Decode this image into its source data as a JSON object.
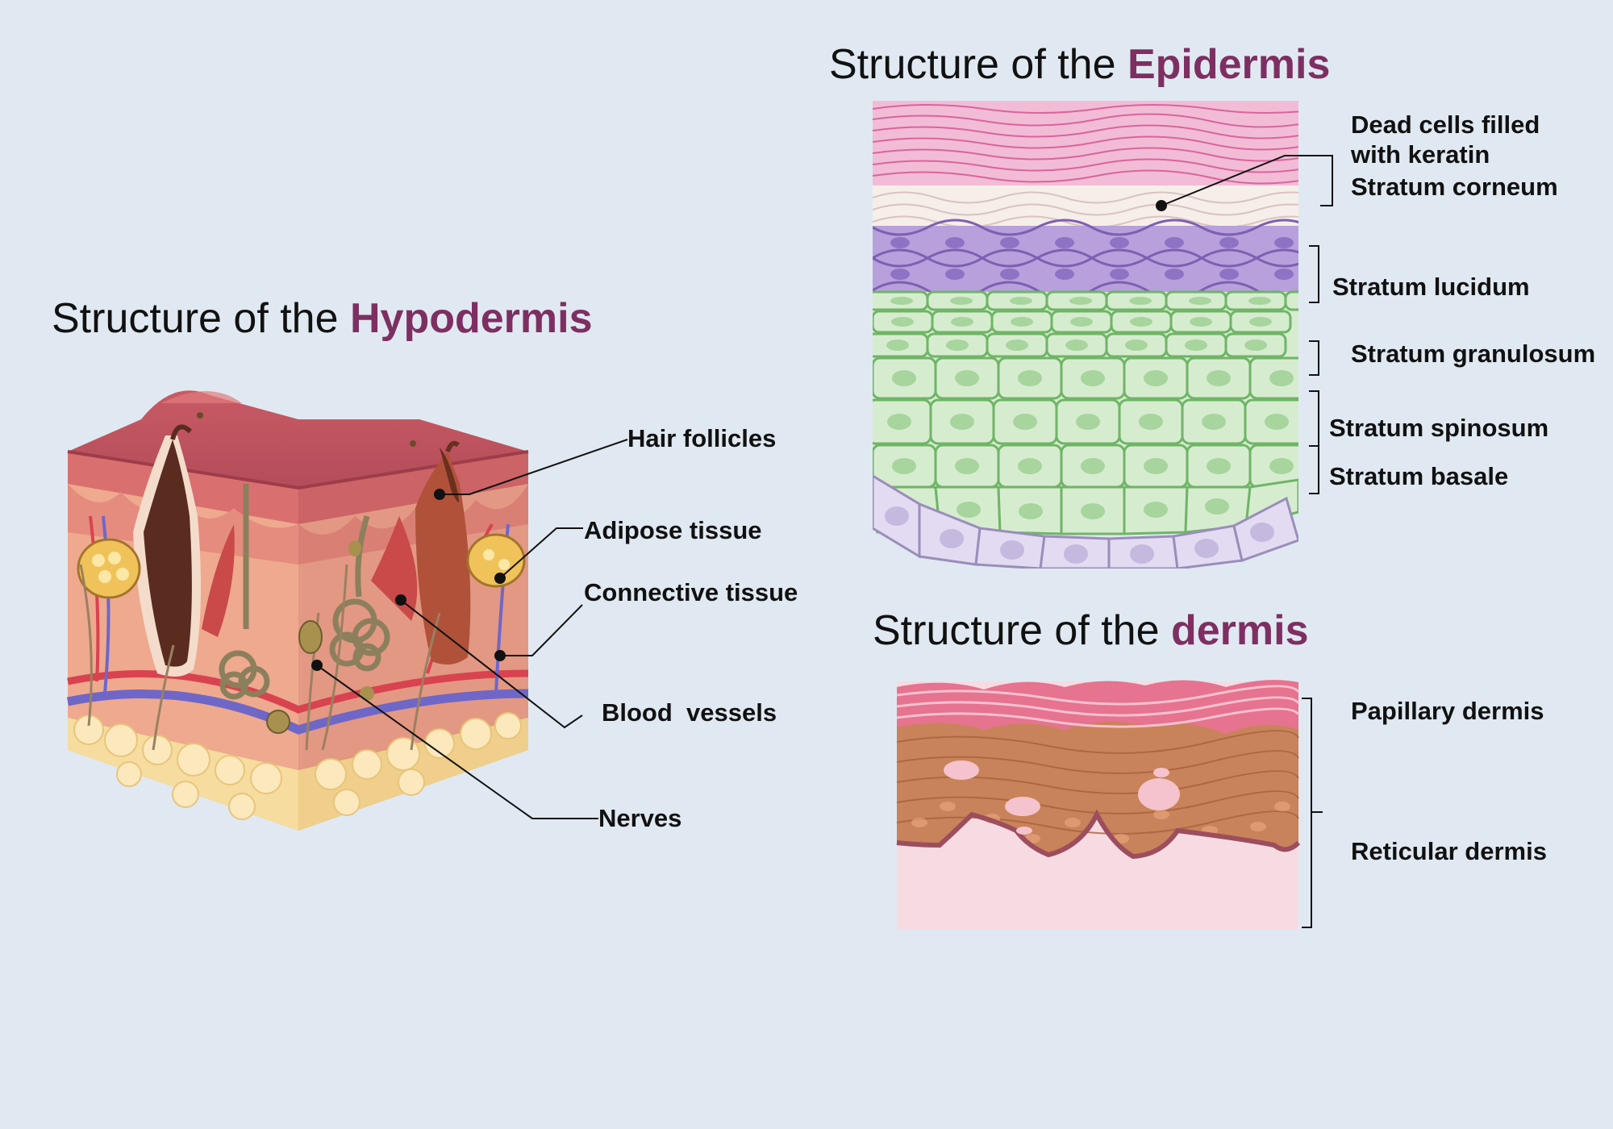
{
  "hypodermis": {
    "title_prefix": "Structure of the ",
    "title_highlight": "Hypodermis",
    "labels": {
      "hair_follicles": "Hair follicles",
      "adipose_tissue": "Adipose tissue",
      "connective_tissue": "Connective tissue",
      "blood_vessels": "Blood  vessels",
      "nerves": "Nerves"
    }
  },
  "epidermis": {
    "title_prefix": "Structure of the ",
    "title_highlight": "Epidermis",
    "labels": {
      "dead_cells_1": "Dead cells filled",
      "dead_cells_2": "with keratin",
      "corneum": "Stratum corneum",
      "lucidum": "Stratum lucidum",
      "granulosum": "Stratum granulosum",
      "spinosum": "Stratum spinosum",
      "basale": "Stratum basale"
    }
  },
  "dermis": {
    "title_prefix": "Structure of the ",
    "title_highlight": "dermis",
    "labels": {
      "papillary": "Papillary dermis",
      "reticular": "Reticular dermis"
    }
  },
  "colors": {
    "background": "#e0e9f2",
    "highlight": "#7e2f62",
    "corneum": "#e89cc4",
    "lucidum": "#a78ccc",
    "granulosum": "#cfe8c9",
    "basale": "#e2daf0",
    "papillary": "#e6738f",
    "reticular": "#c9835a"
  }
}
